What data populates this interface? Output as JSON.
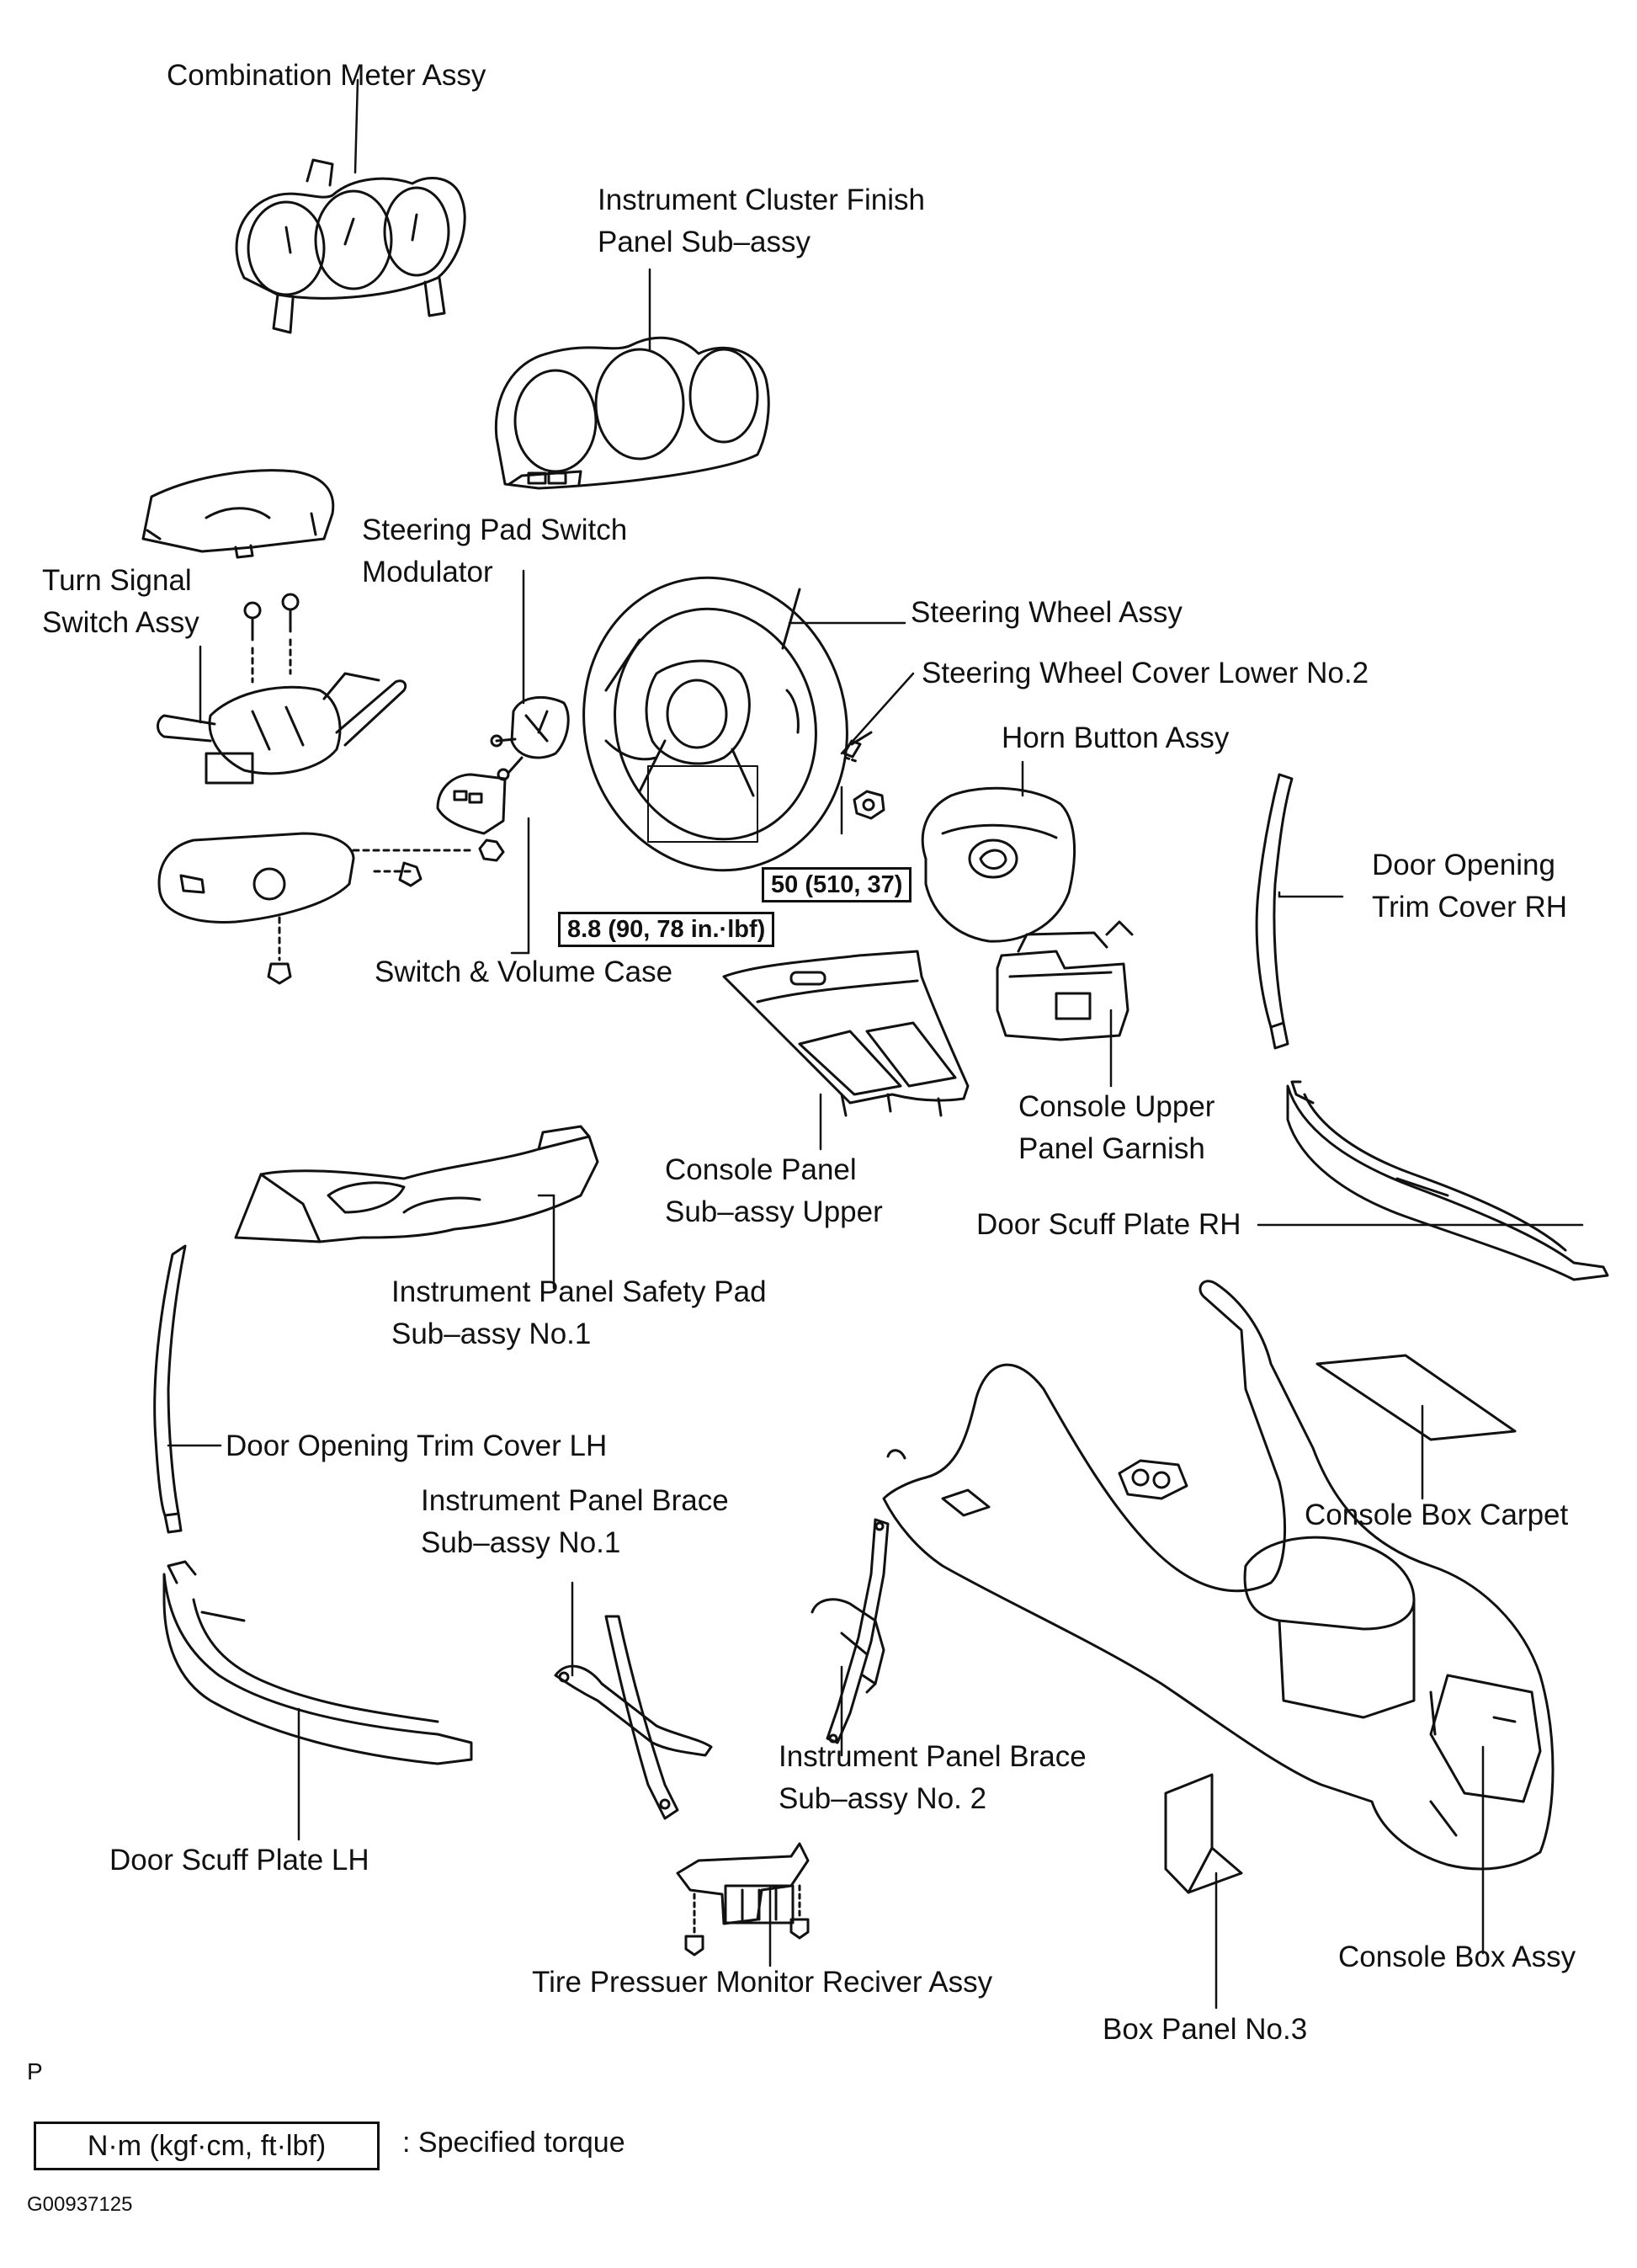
{
  "parts": {
    "combination_meter": "Combination Meter Assy",
    "cluster_finish_1": "Instrument  Cluster  Finish",
    "cluster_finish_2": "Panel Sub–assy",
    "steering_pad_1": "Steering Pad Switch",
    "steering_pad_2": "Modulator",
    "turn_signal_1": "Turn Signal",
    "turn_signal_2": "Switch Assy",
    "steering_wheel": "Steering Wheel Assy",
    "steering_cover": "Steering Wheel Cover Lower No.2",
    "horn_button": "Horn Button Assy",
    "door_trim_rh_1": "Door Opening",
    "door_trim_rh_2": "Trim Cover RH",
    "switch_volume_case": "Switch & Volume Case",
    "console_garnish_1": "Console Upper",
    "console_garnish_2": "Panel Garnish",
    "console_panel_1": "Console Panel",
    "console_panel_2": "Sub–assy Upper",
    "door_scuff_rh": "Door Scuff Plate RH",
    "safety_pad_1": "Instrument Panel Safety Pad",
    "safety_pad_2": "Sub–assy No.1",
    "door_trim_lh": "Door Opening Trim Cover LH",
    "console_carpet": "Console Box Carpet",
    "brace1_1": "Instrument Panel Brace",
    "brace1_2": "Sub–assy No.1",
    "brace2_1": "Instrument Panel Brace",
    "brace2_2": "Sub–assy No. 2",
    "door_scuff_lh": "Door Scuff Plate LH",
    "console_box": "Console Box Assy",
    "tire_monitor": "Tire Pressuer Monitor Reciver Assy",
    "box_panel": "Box Panel No.3"
  },
  "torques": {
    "steering_nut": "50 (510, 37)",
    "steering_screw": "8.8 (90, 78 in.·lbf)"
  },
  "legend": {
    "unit": "N·m (kgf·cm, ft·lbf)",
    "text": ": Specified torque"
  },
  "footer": {
    "mark": "P",
    "code": "G00937125"
  }
}
